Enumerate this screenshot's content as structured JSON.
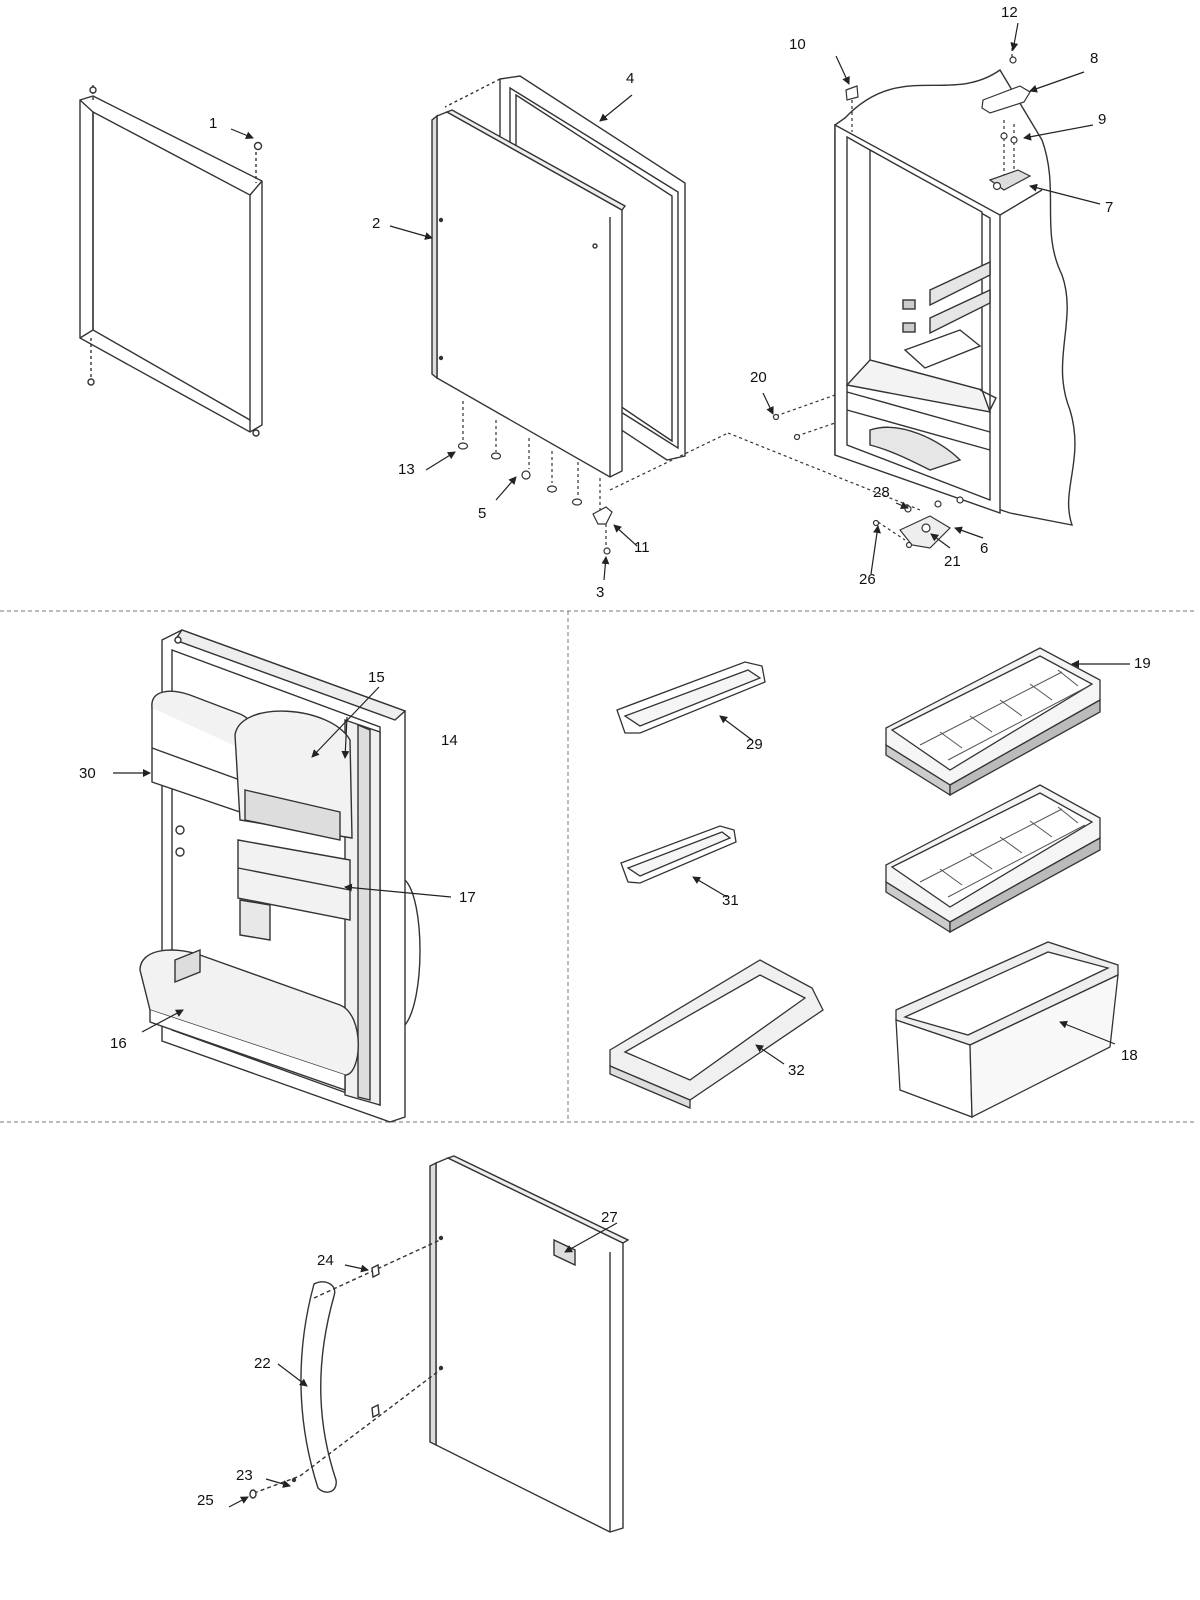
{
  "diagram": {
    "colors": {
      "line": "#333333",
      "fill": "#ffffff",
      "shade": "#d9d9d9"
    },
    "part_labels": [
      "1",
      "2",
      "3",
      "4",
      "5",
      "6",
      "7",
      "8",
      "9",
      "10",
      "11",
      "12",
      "13",
      "14",
      "15",
      "16",
      "17",
      "18",
      "19",
      "20",
      "21",
      "22",
      "23",
      "24",
      "25",
      "26",
      "27",
      "28",
      "29",
      "30",
      "31",
      "32"
    ],
    "sections": [
      "door-assembly-exploded",
      "fresh-food-door-liner",
      "accessories",
      "freezer-door-and-handle"
    ]
  }
}
